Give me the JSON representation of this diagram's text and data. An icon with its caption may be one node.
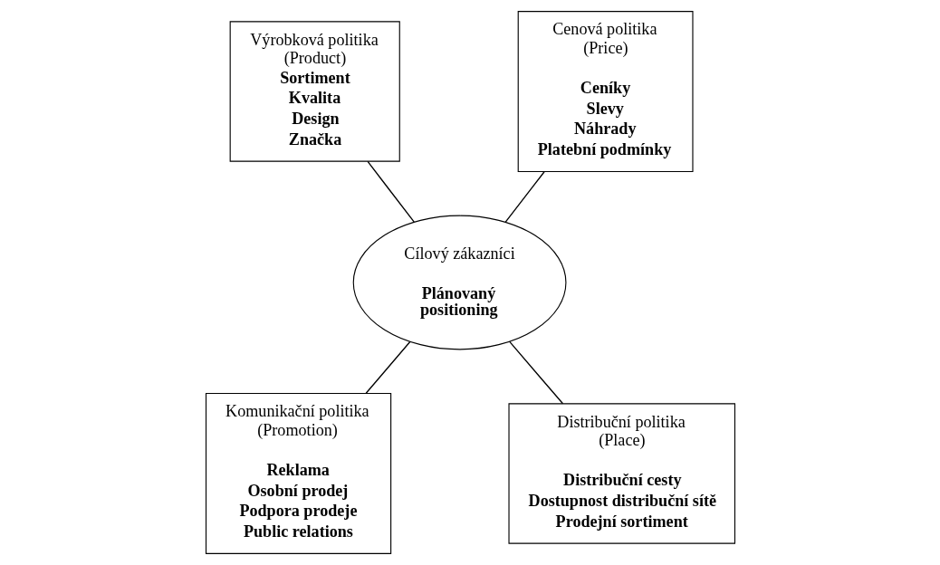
{
  "diagram": {
    "nodes": [
      {
        "text": [
          "Výrobková politika (Product)",
          "Sortiment",
          "Kvalita",
          "Design",
          "Značka"
        ]
      },
      {
        "text": [
          "Cenová politika (Price)",
          "Ceníky",
          "Slevy",
          "Náhrady",
          "Platební podmínky"
        ]
      },
      {
        "text": [
          "Cílový zákazníci",
          "Plánovaný positioning"
        ]
      },
      {
        "text": [
          "Komunikační politika (Promotion)",
          "Reklama",
          "Osobní prodej",
          "Podpora prodeje",
          "Public relations"
        ]
      },
      {
        "text": [
          "Distribuční politika (Place)",
          "Distribuční cesty",
          "Dostupnost distribuční sítě",
          "Prodejní sortiment"
        ]
      }
    ],
    "edges": [
      {
        "from": 0,
        "to": 2,
        "arrow": "none"
      },
      {
        "from": 1,
        "to": 2,
        "arrow": "none"
      },
      {
        "from": 2,
        "to": 3,
        "arrow": "none"
      },
      {
        "from": 2,
        "to": 4,
        "arrow": "none"
      }
    ]
  }
}
